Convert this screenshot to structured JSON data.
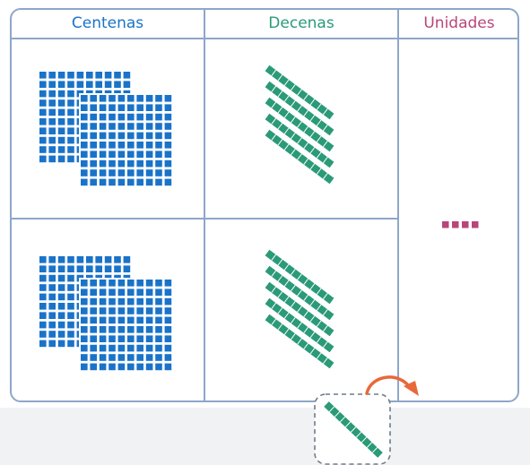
{
  "headers": {
    "centenas": "Centenas",
    "decenas": "Decenas",
    "unidades": "Unidades"
  },
  "colors": {
    "centenas": "#1a73c8",
    "decenas": "#2a9a78",
    "unidades": "#b8467a",
    "border": "#8ea6c9",
    "arrow": "#e8683a",
    "dashed_border": "#6f7a8a"
  },
  "rows": [
    {
      "centenas_blocks": 2,
      "decenas_rods": 5
    },
    {
      "centenas_blocks": 2,
      "decenas_rods": 5
    }
  ],
  "unidades_cubes": 4,
  "moving_rod": {
    "count": 1,
    "icon": "curved-arrow-icon"
  }
}
